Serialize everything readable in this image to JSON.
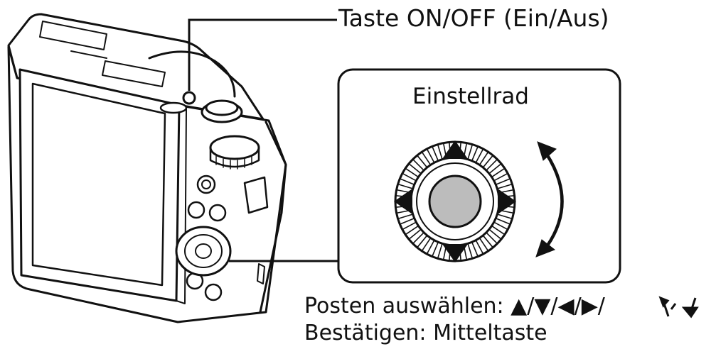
{
  "labels": {
    "power_button": "Taste ON/OFF (Ein/Aus)",
    "control_wheel": "Einstellrad",
    "select_items": "Posten auswählen: ▲/▼/◀/▶/",
    "confirm": "Bestätigen: Mitteltaste"
  },
  "icons": {
    "rotate_symbol": "rotate-wheel-arrows-icon"
  },
  "colors": {
    "line": "#111111",
    "center_button": "#bcbcbc",
    "background": "#ffffff"
  }
}
